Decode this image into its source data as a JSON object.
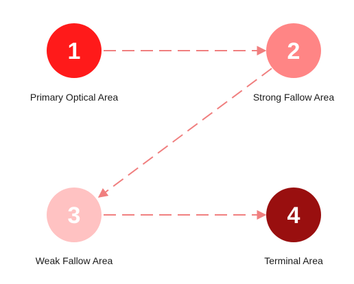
{
  "zones": [
    {
      "number": "1",
      "label": "Primary Optical Area",
      "color": "#ff1a1a",
      "number_color": "#ffffff"
    },
    {
      "number": "2",
      "label": "Strong Fallow Area",
      "color": "#ff8585",
      "number_color": "#ffffff"
    },
    {
      "number": "3",
      "label": "Weak Fallow Area",
      "color": "#ffc2c2",
      "number_color": "#ffffff"
    },
    {
      "number": "4",
      "label": "Terminal Area",
      "color": "#990f0f",
      "number_color": "#ffffff"
    }
  ],
  "colors": {
    "arrow": "#f07f7f",
    "axis_light": "#c9c9c9",
    "axis_dark": "#1a1a1a",
    "background": "#ffffff"
  }
}
